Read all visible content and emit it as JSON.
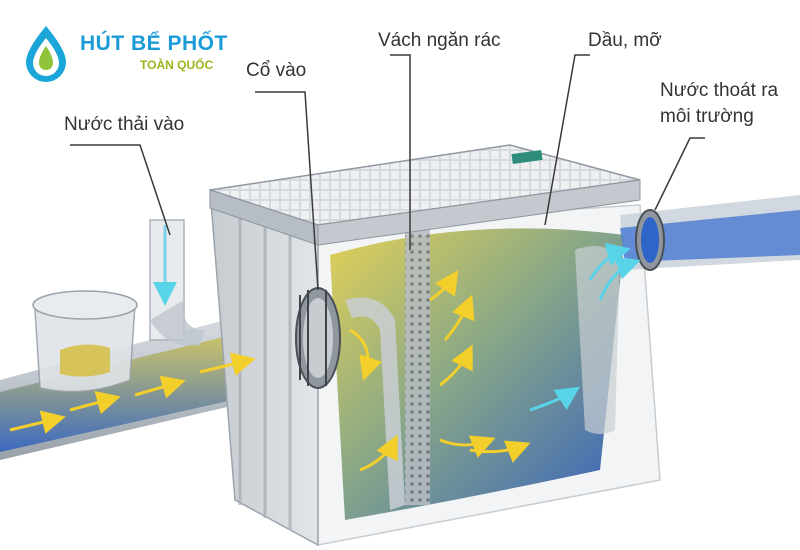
{
  "logo": {
    "title": "HÚT BỂ PHỐT",
    "subtitle": "TOÀN QUỐC",
    "icon": "water-drop-icon"
  },
  "labels": {
    "inlet_water": "Nước thải vào",
    "inlet_neck": "Cổ vào",
    "trash_baffle": "Vách ngăn rác",
    "oil_grease": "Dầu, mỡ",
    "outlet_line1": "Nước thoát ra",
    "outlet_line2": "môi trường"
  },
  "colors": {
    "brand_blue": "#1b9bd7",
    "brand_green": "#9bb51e",
    "water_yellow": "#d8c13a",
    "water_blue": "#2a63c4"
  }
}
